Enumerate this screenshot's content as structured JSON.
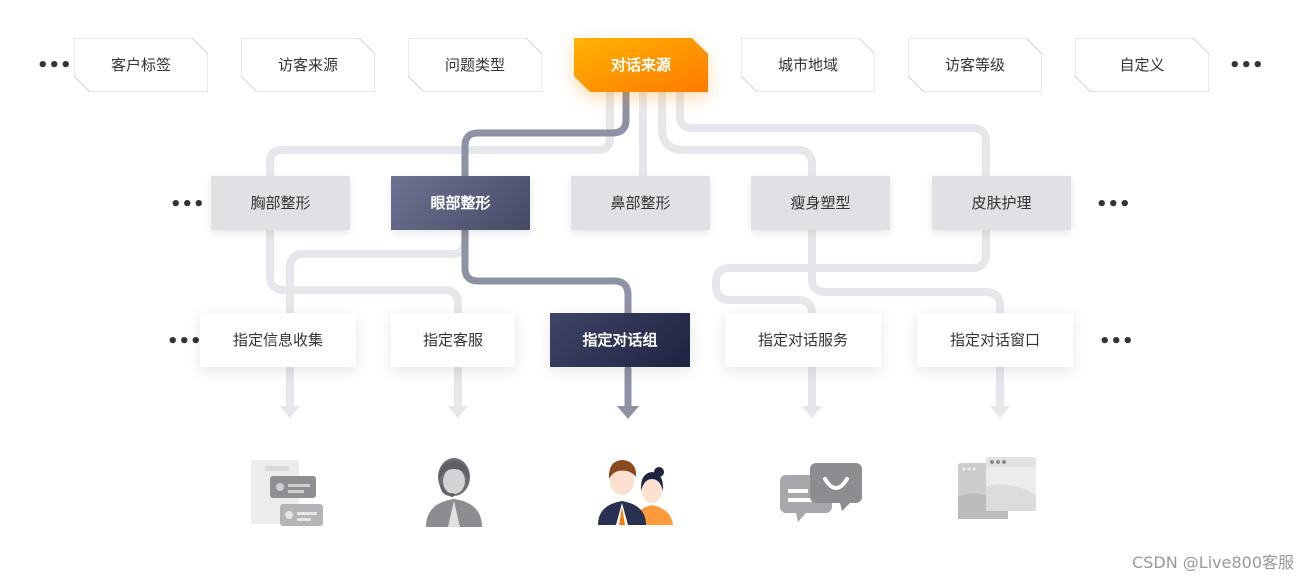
{
  "row1": {
    "items": [
      {
        "label": "客户标签",
        "active": false
      },
      {
        "label": "访客来源",
        "active": false
      },
      {
        "label": "问题类型",
        "active": false
      },
      {
        "label": "对话来源",
        "active": true
      },
      {
        "label": "城市地域",
        "active": false
      },
      {
        "label": "访客等级",
        "active": false
      },
      {
        "label": "自定义",
        "active": false
      }
    ],
    "more": "•••"
  },
  "row2": {
    "items": [
      {
        "label": "胸部整形",
        "active": false
      },
      {
        "label": "眼部整形",
        "active": true
      },
      {
        "label": "鼻部整形",
        "active": false
      },
      {
        "label": "瘦身塑型",
        "active": false
      },
      {
        "label": "皮肤护理",
        "active": false
      }
    ],
    "more": "•••"
  },
  "row3": {
    "items": [
      {
        "label": "指定信息收集",
        "active": false
      },
      {
        "label": "指定客服",
        "active": false
      },
      {
        "label": "指定对话组",
        "active": true
      },
      {
        "label": "指定对话服务",
        "active": false
      },
      {
        "label": "指定对话窗口",
        "active": false
      }
    ],
    "more": "•••"
  },
  "icons": [
    "info-cards-icon",
    "agent-icon",
    "agent-group-icon",
    "chat-bubbles-icon",
    "browser-windows-icon"
  ],
  "colors": {
    "accent_orange": "#ff8c00",
    "accent_yellow": "#ffb300",
    "active_dark": "#2a3050",
    "connector_dark": "#8d92a4",
    "connector_light": "#e6e7ea"
  },
  "watermark": "CSDN @Live800客服"
}
